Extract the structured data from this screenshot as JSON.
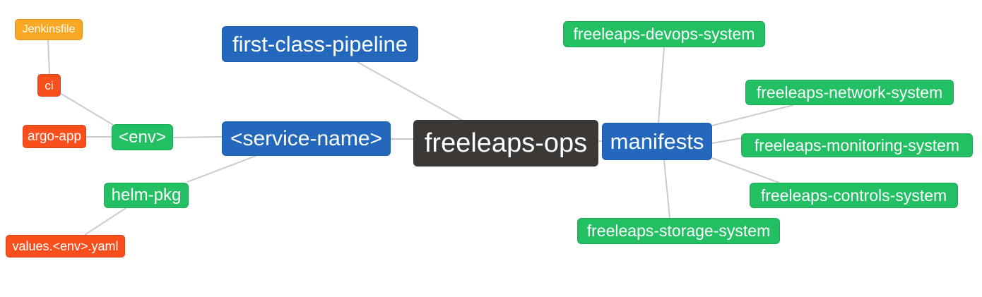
{
  "palette": {
    "blue": "#2368BD",
    "green": "#22C063",
    "red": "#FA4E1D",
    "amber": "#F9A826",
    "dark": "#3B3835",
    "edge": "#CBCBCB"
  },
  "nodes": {
    "jenkinsfile": {
      "label": "Jenkinsfile",
      "kind": "amber"
    },
    "ci": {
      "label": "ci",
      "kind": "red"
    },
    "argo_app": {
      "label": "argo-app",
      "kind": "red"
    },
    "env": {
      "label": "<env>",
      "kind": "green"
    },
    "helm_pkg": {
      "label": "helm-pkg",
      "kind": "green"
    },
    "values_env_yaml": {
      "label": "values.<env>.yaml",
      "kind": "red"
    },
    "first_class_pipeline": {
      "label": "first-class-pipeline",
      "kind": "blue"
    },
    "service_name": {
      "label": "<service-name>",
      "kind": "blue"
    },
    "freeleaps_ops": {
      "label": "freeleaps-ops",
      "kind": "dark"
    },
    "manifests": {
      "label": "manifests",
      "kind": "blue"
    },
    "devops_system": {
      "label": "freeleaps-devops-system",
      "kind": "green"
    },
    "network_system": {
      "label": "freeleaps-network-system",
      "kind": "green"
    },
    "monitoring_system": {
      "label": "freeleaps-monitoring-system",
      "kind": "green"
    },
    "controls_system": {
      "label": "freeleaps-controls-system",
      "kind": "green"
    },
    "storage_system": {
      "label": "freeleaps-storage-system",
      "kind": "green"
    }
  },
  "edges": [
    [
      "jenkinsfile",
      "ci"
    ],
    [
      "ci",
      "env"
    ],
    [
      "argo_app",
      "env"
    ],
    [
      "env",
      "service_name"
    ],
    [
      "helm_pkg",
      "service_name"
    ],
    [
      "values_env_yaml",
      "helm_pkg"
    ],
    [
      "first_class_pipeline",
      "freeleaps_ops"
    ],
    [
      "service_name",
      "freeleaps_ops"
    ],
    [
      "freeleaps_ops",
      "manifests"
    ],
    [
      "manifests",
      "devops_system"
    ],
    [
      "manifests",
      "network_system"
    ],
    [
      "manifests",
      "monitoring_system"
    ],
    [
      "manifests",
      "controls_system"
    ],
    [
      "manifests",
      "storage_system"
    ]
  ]
}
